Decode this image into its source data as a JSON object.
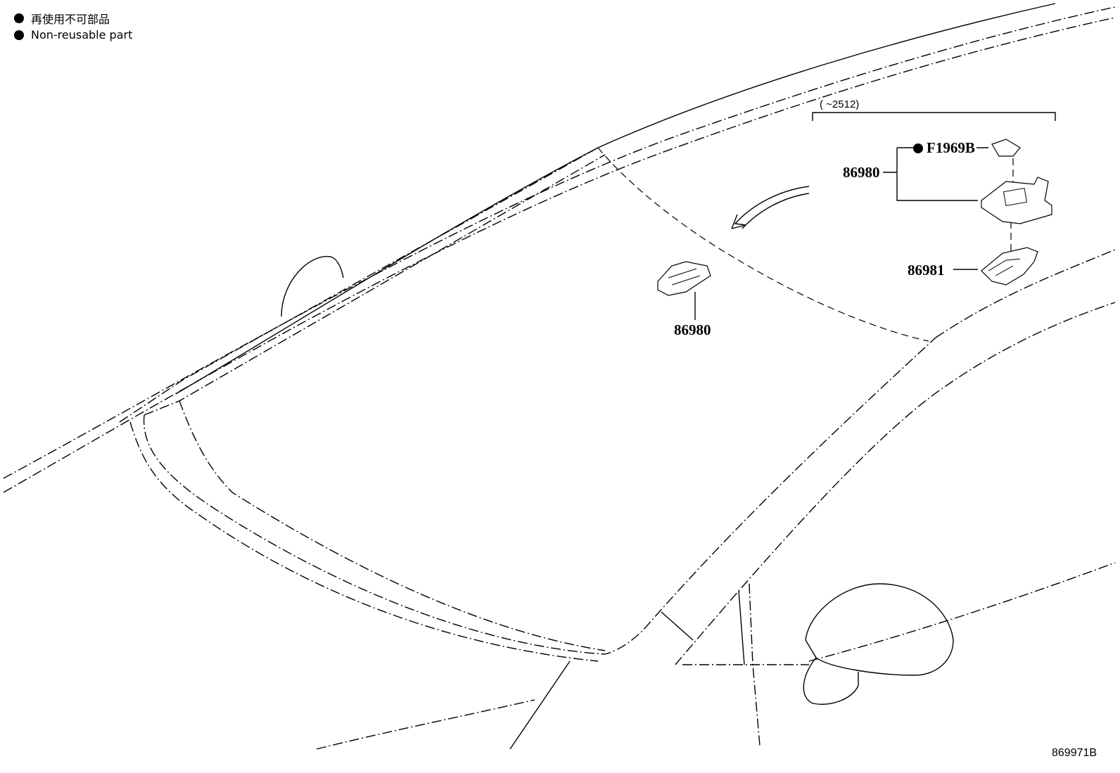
{
  "legend": {
    "items": [
      {
        "text": "再使用不可部品"
      },
      {
        "text": "Non-reusable part"
      }
    ]
  },
  "callouts": {
    "range_note": "(     ~2512)",
    "part_seal": "F1969B",
    "part_bracket_group": "86980",
    "part_cover": "86981",
    "part_sensor": "86980"
  },
  "diagram_id": "869971B"
}
